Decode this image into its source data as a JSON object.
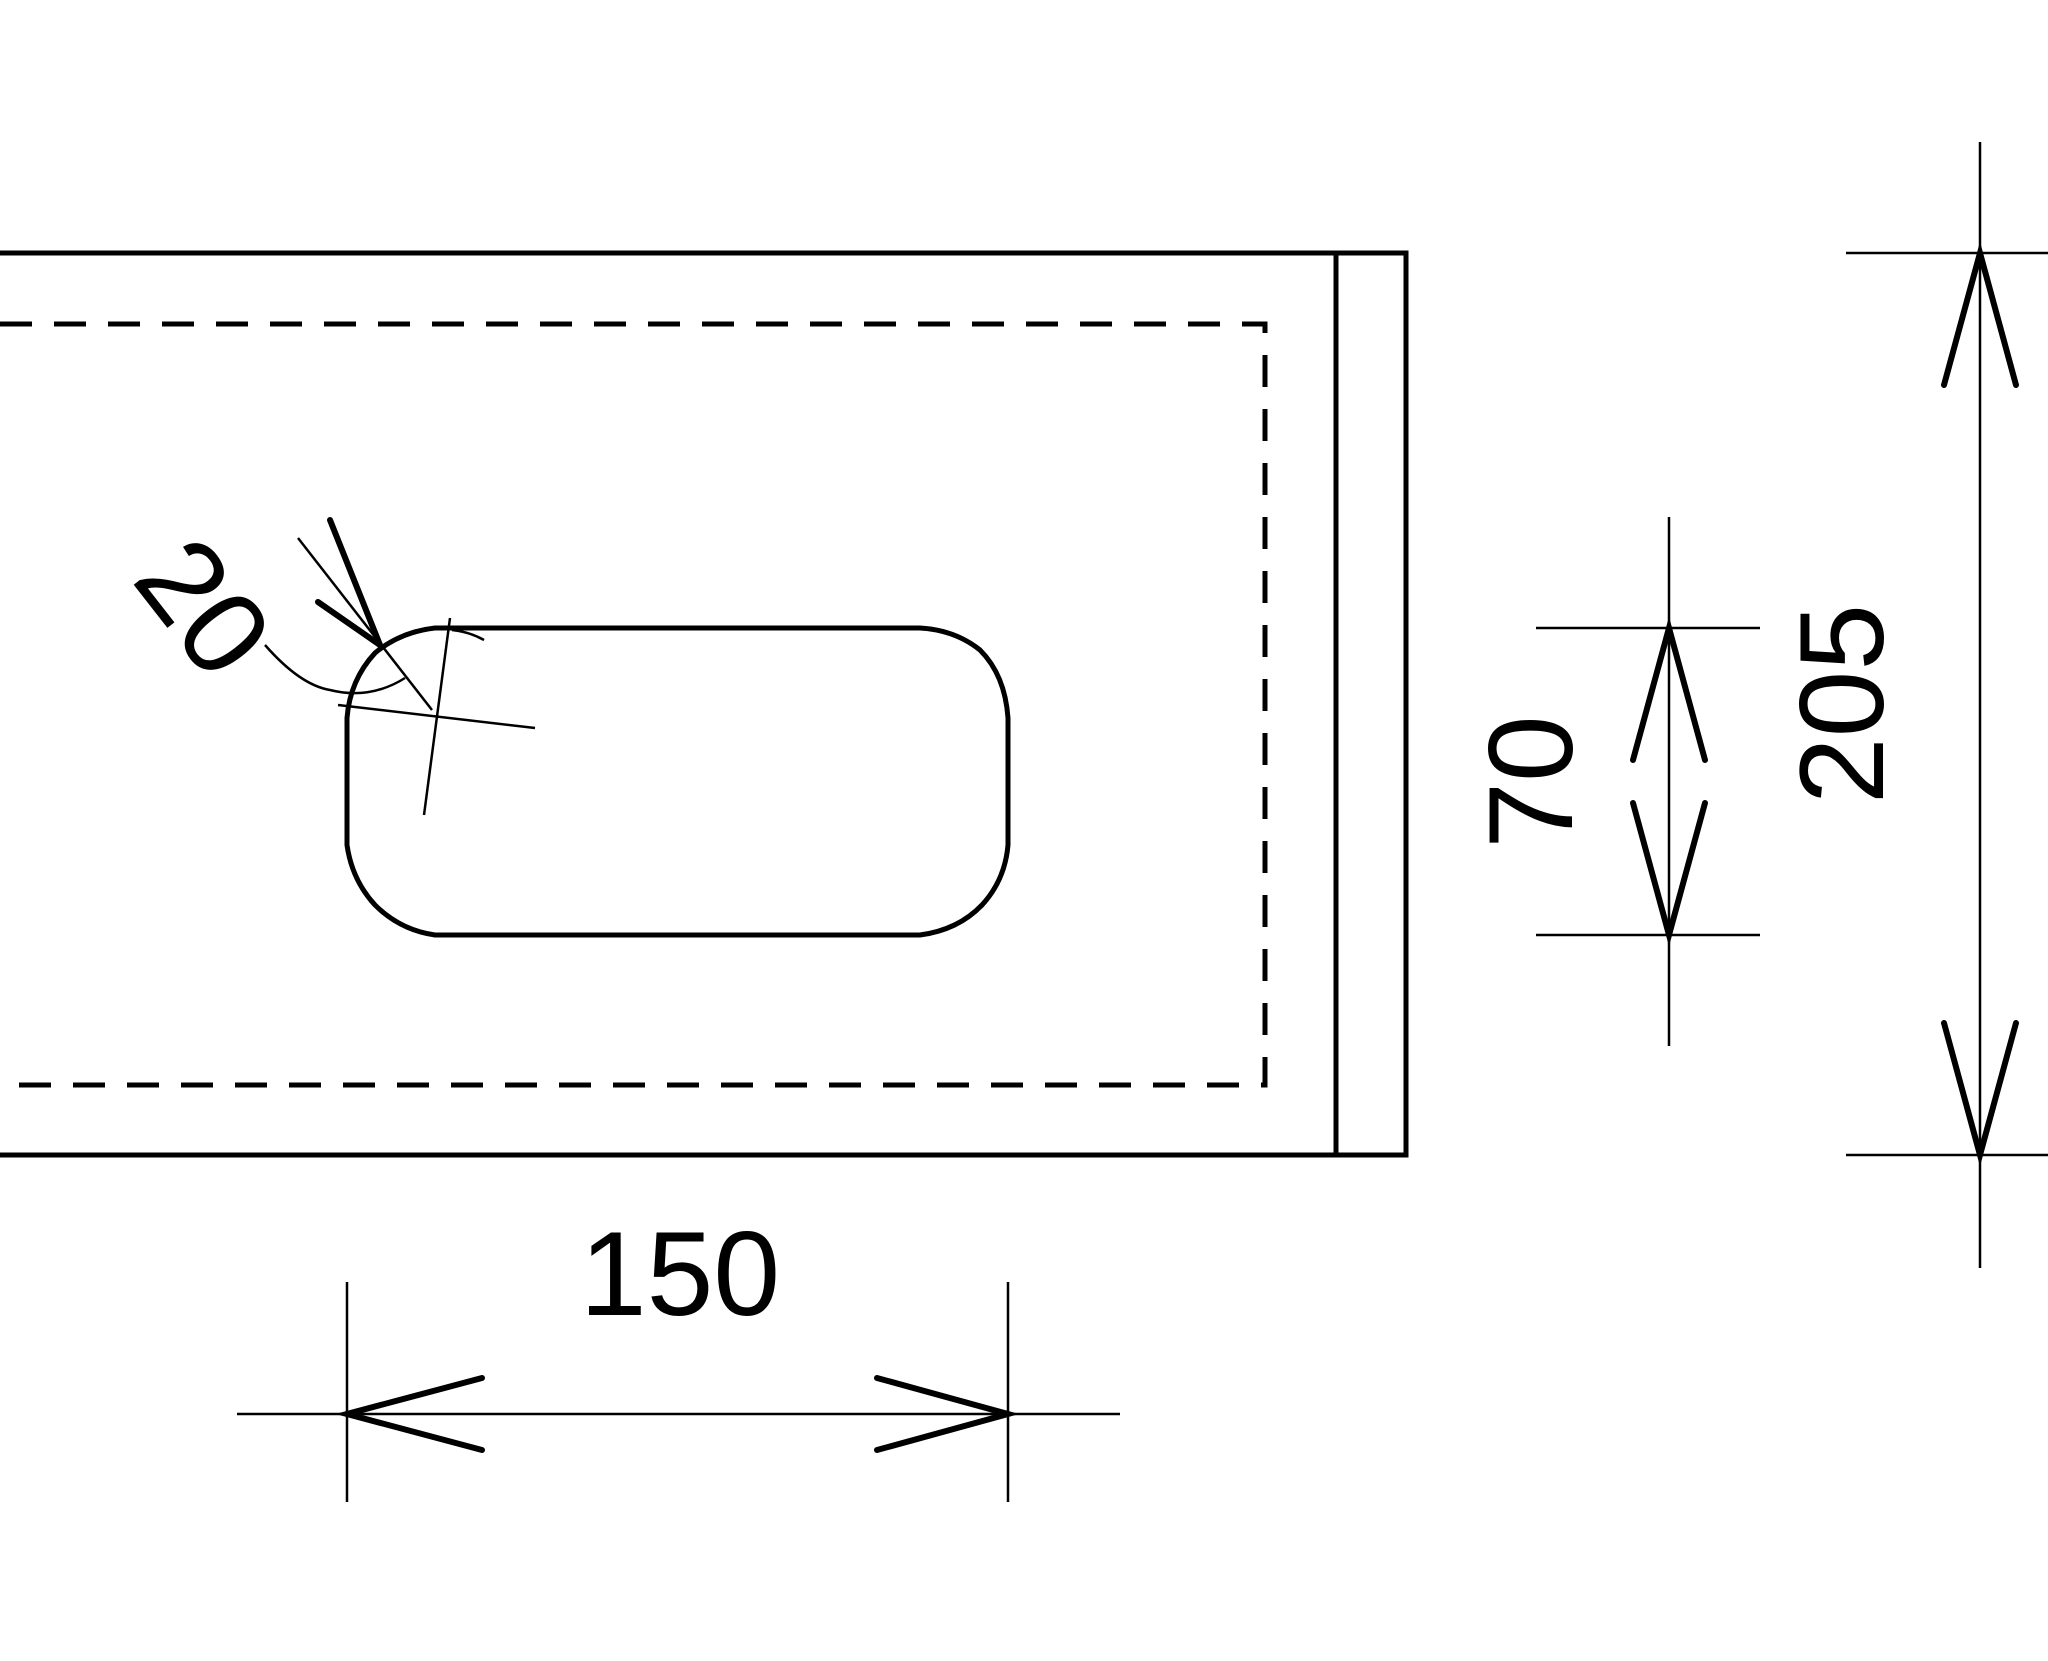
{
  "drawing": {
    "dimensions": {
      "slot_length": "150",
      "slot_height": "70",
      "overall_height": "205",
      "corner_radius": "20"
    }
  }
}
